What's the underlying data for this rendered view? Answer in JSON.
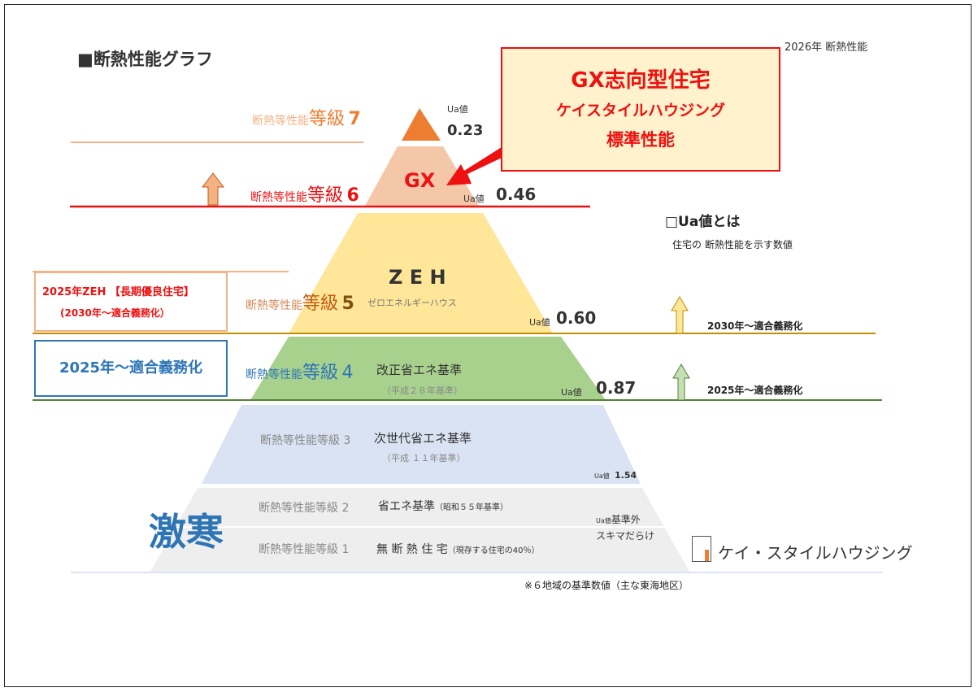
{
  "title": "■断熱性能グラフ",
  "year_label": "2026年 断熱性能",
  "callout": {
    "line1": "GX志向型住宅",
    "line2": "ケイスタイルハウジング",
    "line3": "標準性能"
  },
  "levels": {
    "g7": {
      "prefix": "断熱等性能",
      "grade": "等級",
      "num": "7",
      "ua_label": "Ua値",
      "ua": "0.23"
    },
    "g6": {
      "prefix": "断熱等性能",
      "grade": "等級",
      "num": "6",
      "name": "GX",
      "ua_label": "Ua値",
      "ua": "0.46"
    },
    "g5": {
      "prefix": "断熱等性能",
      "grade": "等級",
      "num": "5",
      "name": "Z E H",
      "sub": "ゼロエネルギーハウス",
      "ua_label": "Ua値",
      "ua": "0.60"
    },
    "g4": {
      "prefix": "断熱等性能",
      "grade": "等級",
      "num": "4",
      "name": "改正省エネ基準",
      "sub": "（平成２８年基準）",
      "ua_label": "Ua値",
      "ua": "0.87"
    },
    "g3": {
      "label": "断熱等性能等級 3",
      "name": "次世代省エネ基準",
      "sub": "（平成 １１年基準）",
      "ua_label": "Ua値",
      "ua": "1.54"
    },
    "g2": {
      "label": "断熱等性能等級 2",
      "name": "省エネ基準",
      "sub": "（昭和５５年基準）"
    },
    "g1": {
      "label": "断熱等性能等級 1",
      "name": "無 断 熱 住 宅",
      "sub": "（現存する住宅の40％）"
    },
    "g12_ua_label": "Ua値",
    "g12_ua": "基準外",
    "g12_note": "スキマだらけ"
  },
  "cold_label": "激寒",
  "left_boxes": {
    "zeh_line1": "2025年ZEH 【長期優良住宅】",
    "zeh_line2": "(2030年～適合義務化）",
    "mandatory": "2025年～適合義務化"
  },
  "ua_info": {
    "title": "□Ua値とは",
    "desc": "住宅の 断熱性能を示す数値"
  },
  "right_notes": {
    "n2030": "2030年～適合義務化",
    "n2025": "2025年～適合義務化"
  },
  "footnote": "※６地域の基準数値（主な東海地区）",
  "logo_text": "ケイ・スタイルハウジング",
  "colors": {
    "red": "#ee1111",
    "orange": "#ed7d31",
    "gx": "#f4c7a9",
    "zeh": "#ffe699",
    "g4": "#a9d18e",
    "g3": "#dae3f3",
    "g12": "#eeeeee",
    "blue": "#2e75b6"
  }
}
